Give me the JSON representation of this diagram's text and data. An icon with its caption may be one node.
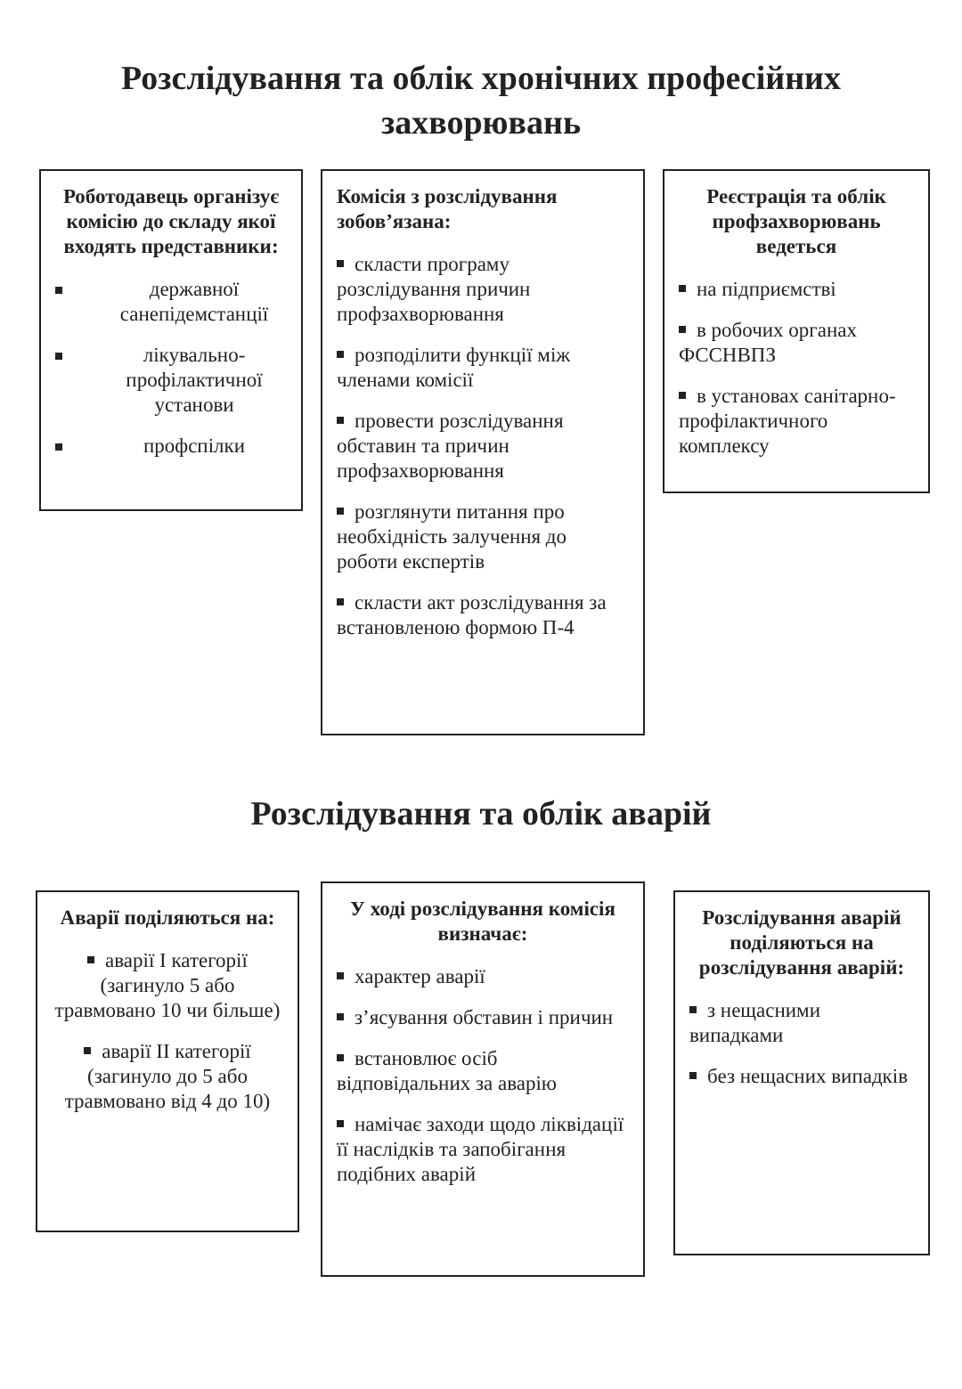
{
  "diagram": {
    "title": "Розслідування та облік хронічних професійних захворювань",
    "nodes": [
      {
        "text": [
          "Роботодавець організує комісію до складу якої входять представники:",
          "державної санепідемстанції",
          "лікувально-профілактичної установи",
          "профспілки"
        ]
      },
      {
        "text": [
          "Комісія з розслідування зобов’язана:",
          "скласти програму розслідування причин профзахворювання",
          "розподілити функції між членами комісії",
          "провести розслідування обставин та причин профзахворювання",
          "розглянути питання про необхідність залучення до роботи експертів",
          "скласти акт розслідування за встановленою формою П-4"
        ]
      },
      {
        "text": [
          "Реєстрація та облік профзахворювань ведеться",
          "на підприємстві",
          "в робочих органах ФССНВПЗ",
          "в установах санітарно-профілактичного комплексу"
        ]
      },
      {
        "text": [
          "Аварії поділяються на:",
          "аварії I категорії (загинуло 5 або травмовано 10 чи більше)",
          "аварії II категорії (загинуло до 5 або травмовано від 4 до 10)"
        ]
      },
      {
        "text": [
          "У ході розслідування комісія визначає:",
          "характер аварії",
          "з’ясування обставин і причин",
          "встановлює осіб відповідальних за аварію",
          "намічає заходи щодо ліквідації її наслідків та запобігання подібних аварій"
        ]
      },
      {
        "text": [
          "Розслідування аварій поділяються на розслідування аварій:",
          "з нещасними випадками",
          "без нещасних випадків"
        ]
      }
    ],
    "labels": [
      "Розслідування та облік аварій"
    ]
  }
}
